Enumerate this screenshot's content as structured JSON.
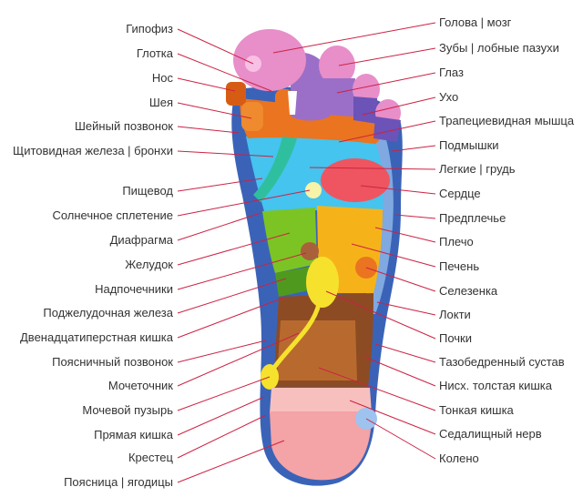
{
  "colors": {
    "outline_blue": "#3a63b8",
    "light_blue": "#7fa9e0",
    "sky_blue": "#44c4ef",
    "pink_toe": "#e88ec9",
    "purple": "#9b6fc8",
    "dark_purple": "#6b53b7",
    "orange": "#ea7420",
    "dark_orange": "#d65c14",
    "red_heart": "#ee5560",
    "teal": "#2fbf9f",
    "green": "#7cc424",
    "dark_green": "#4f9a1e",
    "yellow_orange": "#f6b319",
    "yellow": "#f6e22c",
    "brown": "#8c4b23",
    "mid_brown": "#b86a2e",
    "heel_pink": "#f4a3a6",
    "heel_light": "#f7c0bf",
    "leader_line": "#cc2244",
    "label_text": "#333333"
  },
  "labels_left": [
    {
      "id": "gipofiz",
      "text": "Гипофиз"
    },
    {
      "id": "glotka",
      "text": "Глотка"
    },
    {
      "id": "nos",
      "text": "Нос"
    },
    {
      "id": "sheya",
      "text": "Шея"
    },
    {
      "id": "sheyny-pozvonok",
      "text": "Шейный позвонок"
    },
    {
      "id": "shchitovidnaya",
      "text": "Щитовидная железа | бронхи"
    },
    {
      "id": "pishchevod",
      "text": "Пищевод"
    },
    {
      "id": "solnechnoe",
      "text": "Солнечное сплетение"
    },
    {
      "id": "diafragma",
      "text": "Диафрагма"
    },
    {
      "id": "zheludok",
      "text": "Желудок"
    },
    {
      "id": "nadpochechniki",
      "text": "Надпочечники"
    },
    {
      "id": "podzheludochnaya",
      "text": "Поджелудочная железа"
    },
    {
      "id": "dvenadtsatiperstnaya",
      "text": "Двенадцатиперстная кишка"
    },
    {
      "id": "poyasnichny",
      "text": "Поясничный позвонок"
    },
    {
      "id": "mochetochnik",
      "text": "Мочеточник"
    },
    {
      "id": "mochevoy",
      "text": "Мочевой пузырь"
    },
    {
      "id": "pryamaya",
      "text": "Прямая кишка"
    },
    {
      "id": "krestets",
      "text": "Крестец"
    },
    {
      "id": "poyasnitsa",
      "text": "Поясница | ягодицы"
    }
  ],
  "labels_right": [
    {
      "id": "golova",
      "text": "Голова | мозг"
    },
    {
      "id": "zuby",
      "text": "Зубы | лобные пазухи"
    },
    {
      "id": "glaz",
      "text": "Глаз"
    },
    {
      "id": "ukho",
      "text": "Ухо"
    },
    {
      "id": "trapetsievidnaya",
      "text": "Трапециевидная мышца"
    },
    {
      "id": "podmyshki",
      "text": "Подмышки"
    },
    {
      "id": "legkie",
      "text": "Легкие | грудь"
    },
    {
      "id": "serdtse",
      "text": "Сердце"
    },
    {
      "id": "predplechye",
      "text": "Предплечье"
    },
    {
      "id": "plecho",
      "text": "Плечо"
    },
    {
      "id": "pechen",
      "text": "Печень"
    },
    {
      "id": "selezenka",
      "text": "Селезенка"
    },
    {
      "id": "lokti",
      "text": "Локти"
    },
    {
      "id": "pochki",
      "text": "Почки"
    },
    {
      "id": "tazobedrenny",
      "text": "Тазобедренный сустав"
    },
    {
      "id": "nisk-tolstaya",
      "text": "Нисх. толстая кишка"
    },
    {
      "id": "tonkaya",
      "text": "Тонкая кишка"
    },
    {
      "id": "sedalishchny",
      "text": "Седалищный нерв"
    },
    {
      "id": "koleno",
      "text": "Колено"
    }
  ]
}
